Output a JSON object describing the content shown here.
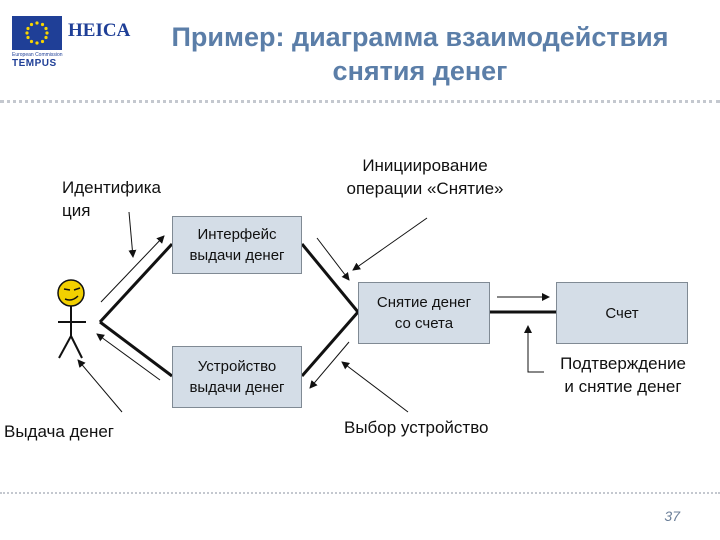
{
  "header": {
    "logo_name": "HEICA",
    "logo_caption": "European Commission",
    "logo_program": "TEMPUS",
    "title_line1": "Пример: диаграмма взаимодействия",
    "title_line2": "снятия денег"
  },
  "diagram": {
    "boxes": {
      "interface": [
        "Интерфейс",
        "выдачи денег"
      ],
      "device": [
        "Устройство",
        "выдачи денег"
      ],
      "withdraw": [
        "Снятие денег",
        "со счета"
      ],
      "account": "Счет"
    },
    "labels": {
      "identification": [
        "Идентифика",
        "ция"
      ],
      "initiation": [
        "Инициирование",
        "операции «Снятие»"
      ],
      "issue": "Выдача денег",
      "select_device": "Выбор устройство",
      "confirm": [
        "Подтверждение",
        "и снятие денег"
      ]
    }
  },
  "footer": {
    "page_number": "37"
  },
  "colors": {
    "title": "#5b7ea8",
    "box_fill": "#d4dde7",
    "actor_head": "#f2d000",
    "eu_blue": "#1f3f97"
  }
}
